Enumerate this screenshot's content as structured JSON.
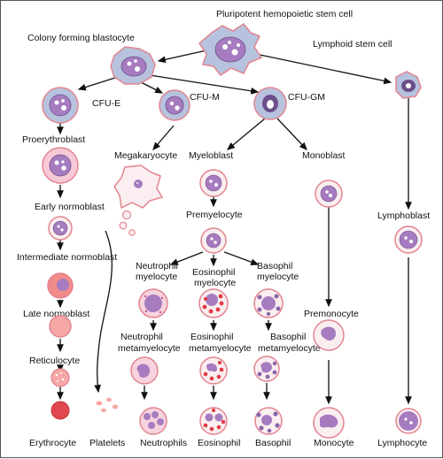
{
  "labels": {
    "pluripotent": "Pluripotent hemopoietic stem cell",
    "colony": "Colony forming blastocyte",
    "lymphoid_stem": "Lymphoid stem cell",
    "cfu_e": "CFU-E",
    "cfu_m": "CFU-M",
    "cfu_gm": "CFU-GM",
    "proerythroblast": "Proerythroblast",
    "megakaryocyte": "Megakaryocyte",
    "myeloblast": "Myeloblast",
    "monoblast": "Monoblast",
    "early_normoblast": "Early normoblast",
    "premyelocyte": "Premyelocyte",
    "lymphoblast": "Lymphoblast",
    "intermediate_normoblast": "Intermediate normoblast",
    "neutrophil_myelocyte_1": "Neutrophil",
    "neutrophil_myelocyte_2": "myelocyte",
    "eosinophil_myelocyte_1": "Eosinophil",
    "eosinophil_myelocyte_2": "myelocyte",
    "basophil_myelocyte_1": "Basophil",
    "basophil_myelocyte_2": "myelocyte",
    "late_normoblast": "Late normoblast",
    "premonocyte": "Premonocyte",
    "neutrophil_meta_1": "Neutrophil",
    "neutrophil_meta_2": "metamyelocyte",
    "eosinophil_meta_1": "Eosinophil",
    "eosinophil_meta_2": "metamyelocyte",
    "basophil_meta_1": "Basophil",
    "basophil_meta_2": "metamyelocyte",
    "reticulocyte": "Reticulocyte",
    "erythrocyte": "Erythrocyte",
    "platelets": "Platelets",
    "neutrophils": "Neutrophils",
    "eosinophil": "Eosinophil",
    "basophil": "Basophil",
    "monocyte": "Monocyte",
    "lymphocyte": "Lymphocyte"
  },
  "colors": {
    "membrane": "#e2848f",
    "cytoplasm_blue": "#b7c3de",
    "nucleus_purple": "#a67bbf",
    "nucleus_dark": "#6c4f8a",
    "rbc_red": "#e0474f",
    "rbc_pink": "#f6a7a6",
    "eos_granule": "#e23a44",
    "baso_granule": "#8a66aa",
    "pale_fill": "#fbeef0"
  }
}
